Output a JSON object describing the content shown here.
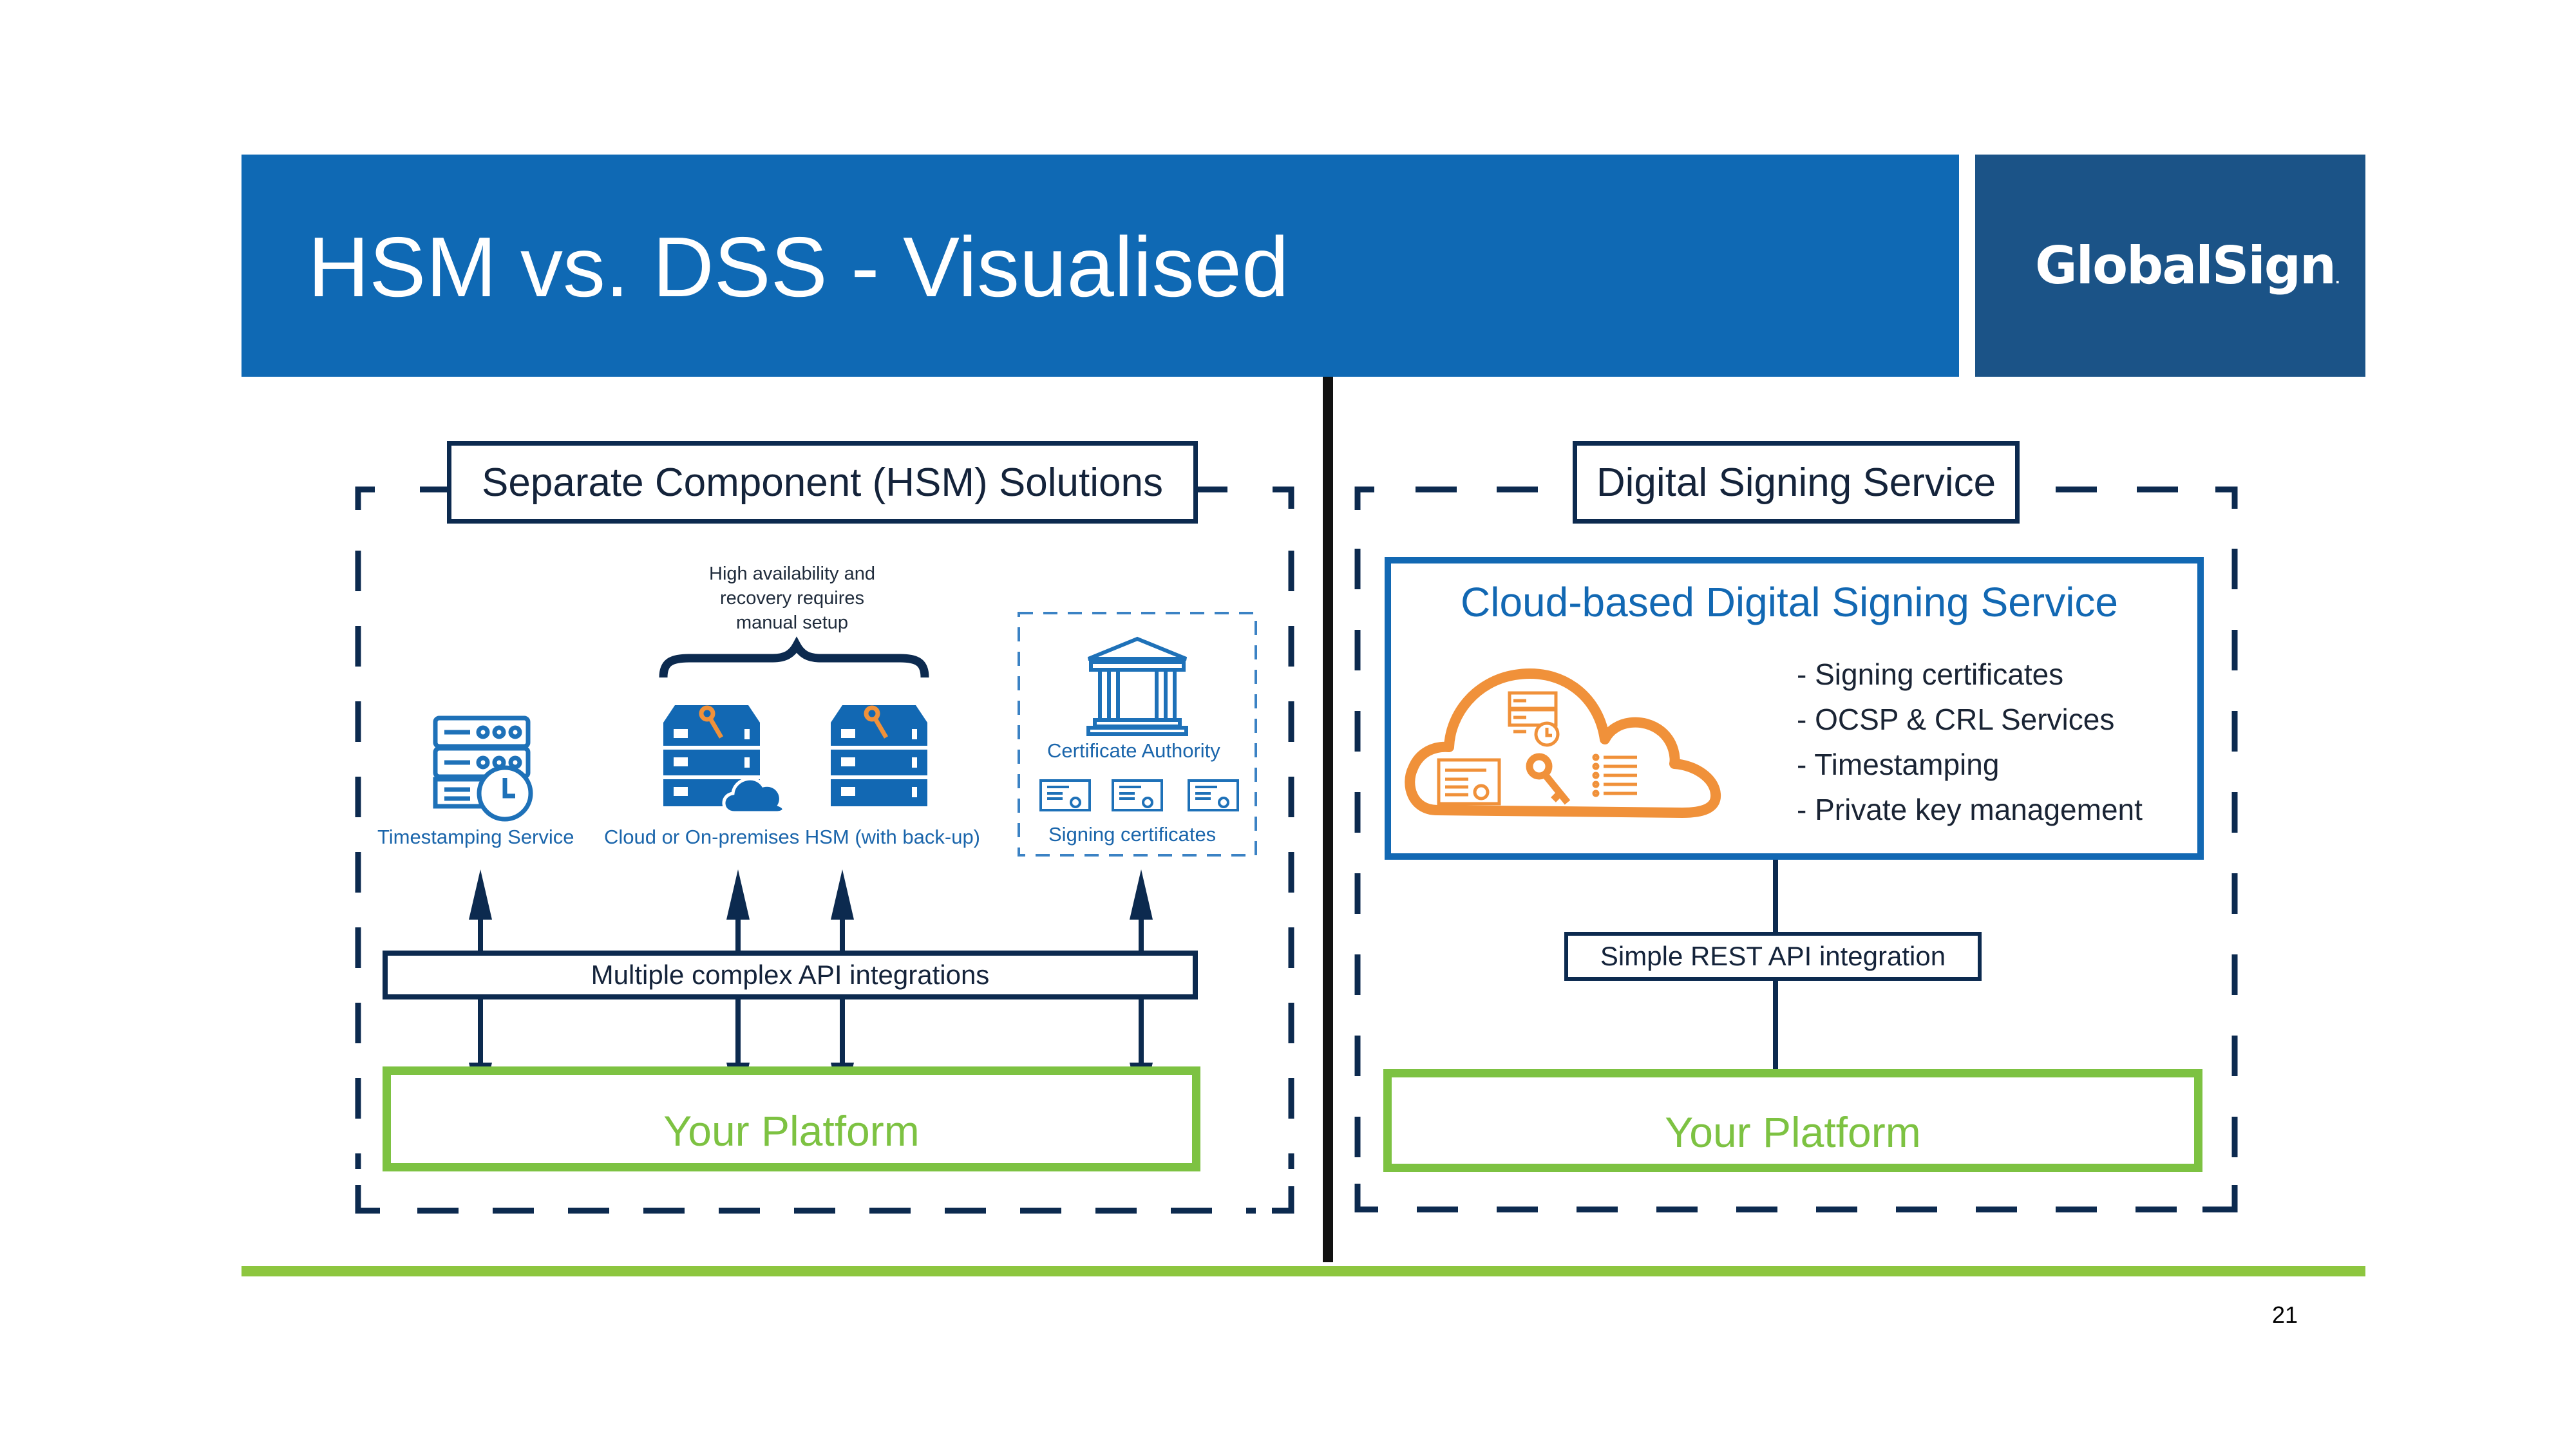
{
  "slide": {
    "title": "HSM vs. DSS - Visualised",
    "logo": {
      "name": "GlobalSign",
      "mark": "."
    },
    "page_number": "21",
    "colors": {
      "header_blue": "#0f69b4",
      "logo_blue": "#1b5387",
      "navy": "#0c2a4f",
      "green": "#7dc242",
      "orange": "#f0913a",
      "icon_blue": "#1268b3"
    }
  },
  "left_panel": {
    "heading": "Separate Component (HSM) Solutions",
    "note_lines": [
      "High availability and",
      "recovery requires",
      "manual setup"
    ],
    "components": [
      {
        "icon": "timestamp-server-icon",
        "label": "Timestamping Service"
      },
      {
        "icon": "hsm-server-icon",
        "label": "Cloud or On-premises HSM (with back-up)"
      },
      {
        "icon": "certificate-authority-icon",
        "label": "Certificate Authority"
      },
      {
        "icon": "certificate-icon",
        "label": "Signing certificates"
      }
    ],
    "integration_label": "Multiple complex API integrations",
    "platform_label": "Your Platform"
  },
  "right_panel": {
    "heading": "Digital Signing Service",
    "service_title": "Cloud-based Digital Signing Service",
    "features": [
      "- Signing certificates",
      "- OCSP & CRL Services",
      "- Timestamping",
      "- Private key management"
    ],
    "integration_label": "Simple REST API integration",
    "platform_label": "Your Platform"
  }
}
